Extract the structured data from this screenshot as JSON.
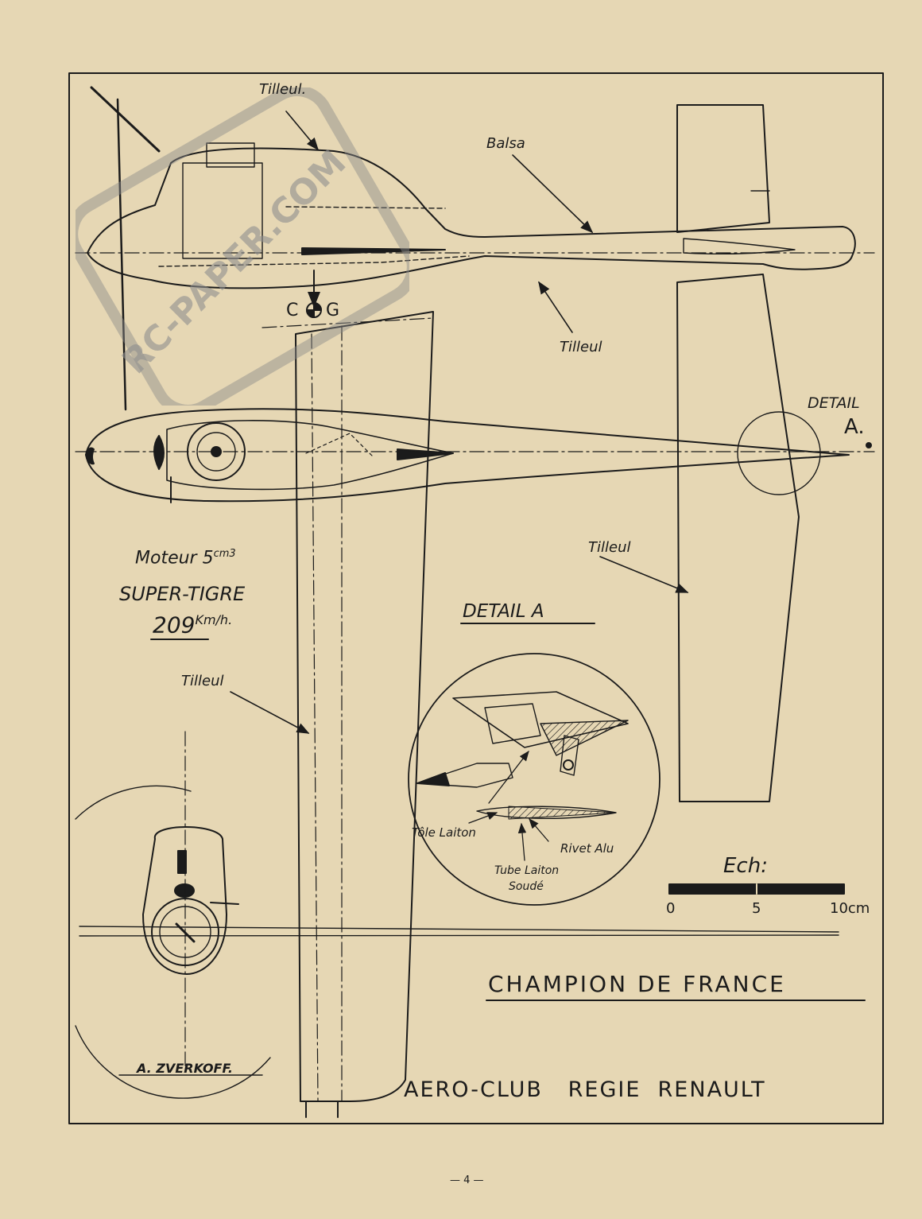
{
  "labels": {
    "tilleul_top": "Tilleul.",
    "balsa": "Balsa",
    "cg": "C",
    "cg_g": "G",
    "tilleul_fuselage": "Tilleul",
    "detail_a_ref": "DETAIL",
    "detail_a_letter": "A.",
    "tilleul_stab": "Tilleul",
    "moteur": "Moteur 5",
    "moteur_unit": "cm3",
    "engine_name": "SUPER-TIGRE",
    "speed": "209",
    "speed_unit": "Km/h.",
    "detail_a_title": "DETAIL A",
    "tilleul_wing": "Tilleul",
    "tole_laiton": "Tôle Laiton",
    "rivet_alu": "Rivet Alu",
    "tube_laiton": "Tube Laiton",
    "soude": "Soudé",
    "ech": "Ech:",
    "scale_0": "0",
    "scale_5": "5",
    "scale_10": "10cm",
    "champion": "CHAMPION DE FRANCE",
    "author": "A. ZVERKOFF.",
    "aeroclub": "AERO-CLUB   REGIE  RENAULT",
    "page_number": "— 4 —"
  },
  "watermark": {
    "text": "RC-PAPER.COM",
    "icon": "radio-transmitter-icon"
  },
  "colors": {
    "paper": "#e6d7b4",
    "ink": "#1b1b1b",
    "watermark": "#9a9a9a"
  }
}
